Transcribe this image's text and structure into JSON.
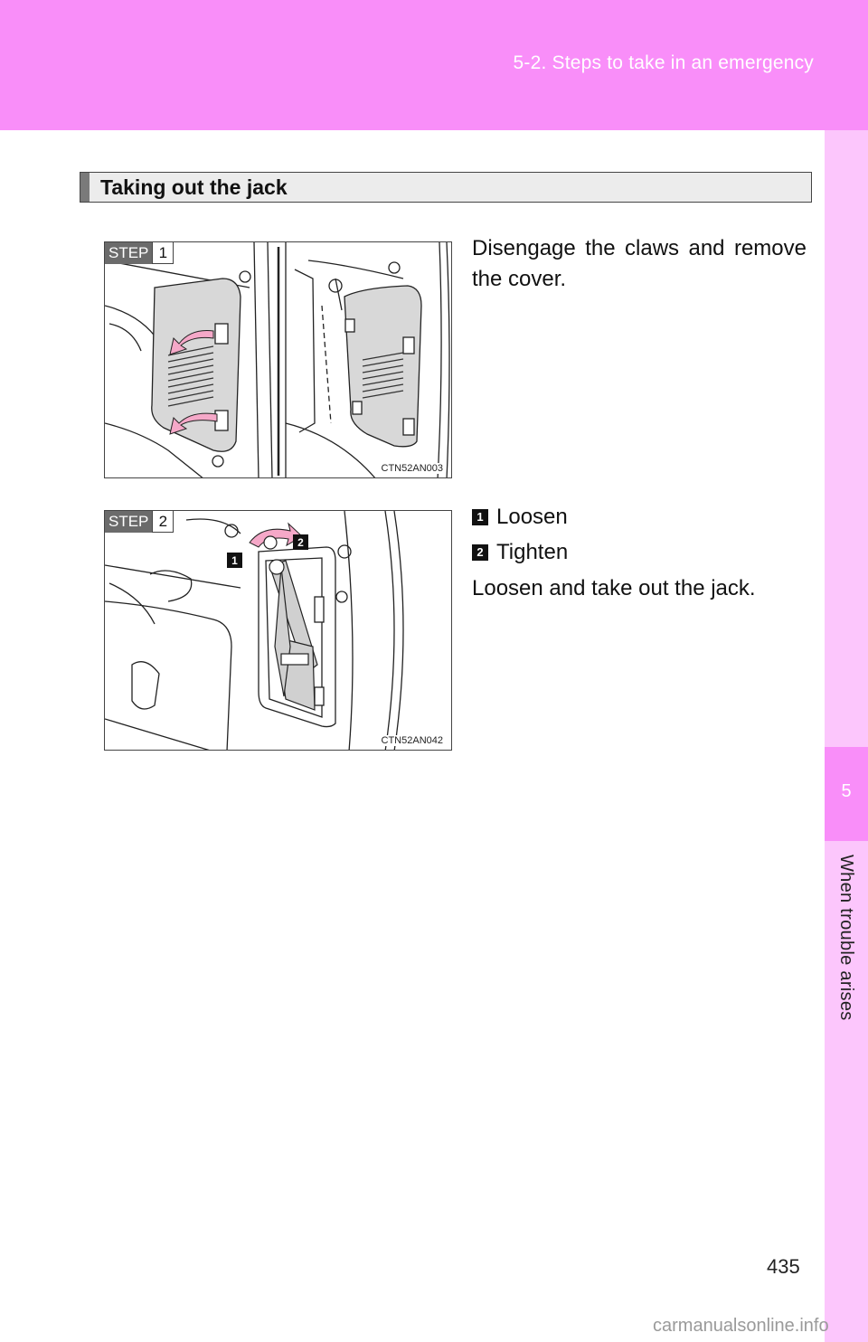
{
  "header": {
    "title": "5-2. Steps to take in an emergency"
  },
  "side_tab": {
    "number": "5",
    "label": "When trouble arises"
  },
  "section": {
    "title": "Taking out the jack"
  },
  "steps": [
    {
      "badge_word": "STEP",
      "badge_num": "1",
      "figure_code": "CTN52AN003",
      "text": "Disengage the claws and remove the cover."
    },
    {
      "badge_word": "STEP",
      "badge_num": "2",
      "figure_code": "CTN52AN042",
      "text": "Loosen and take out the jack."
    }
  ],
  "legend": [
    {
      "num": "1",
      "label": "Loosen"
    },
    {
      "num": "2",
      "label": "Tighten"
    }
  ],
  "page_number": "435",
  "watermark": "carmanualsonline.info",
  "colors": {
    "header": "#f98ef9",
    "side_tab": "#fcc6fc",
    "arrow": "#f5a8c8"
  }
}
